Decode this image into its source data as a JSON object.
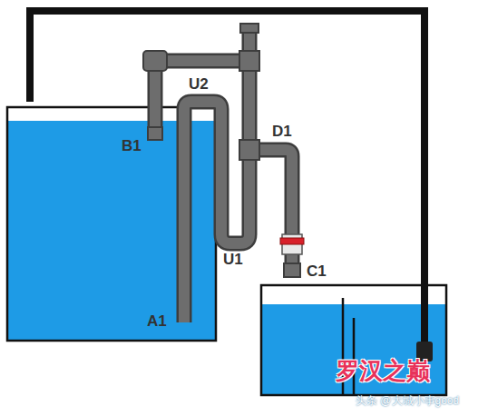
{
  "diagram": {
    "labels": [
      "B1",
      "U2",
      "D1",
      "U1",
      "C1",
      "A1",
      "罗汉之巅",
      "头条 @大城小事good"
    ]
  }
}
